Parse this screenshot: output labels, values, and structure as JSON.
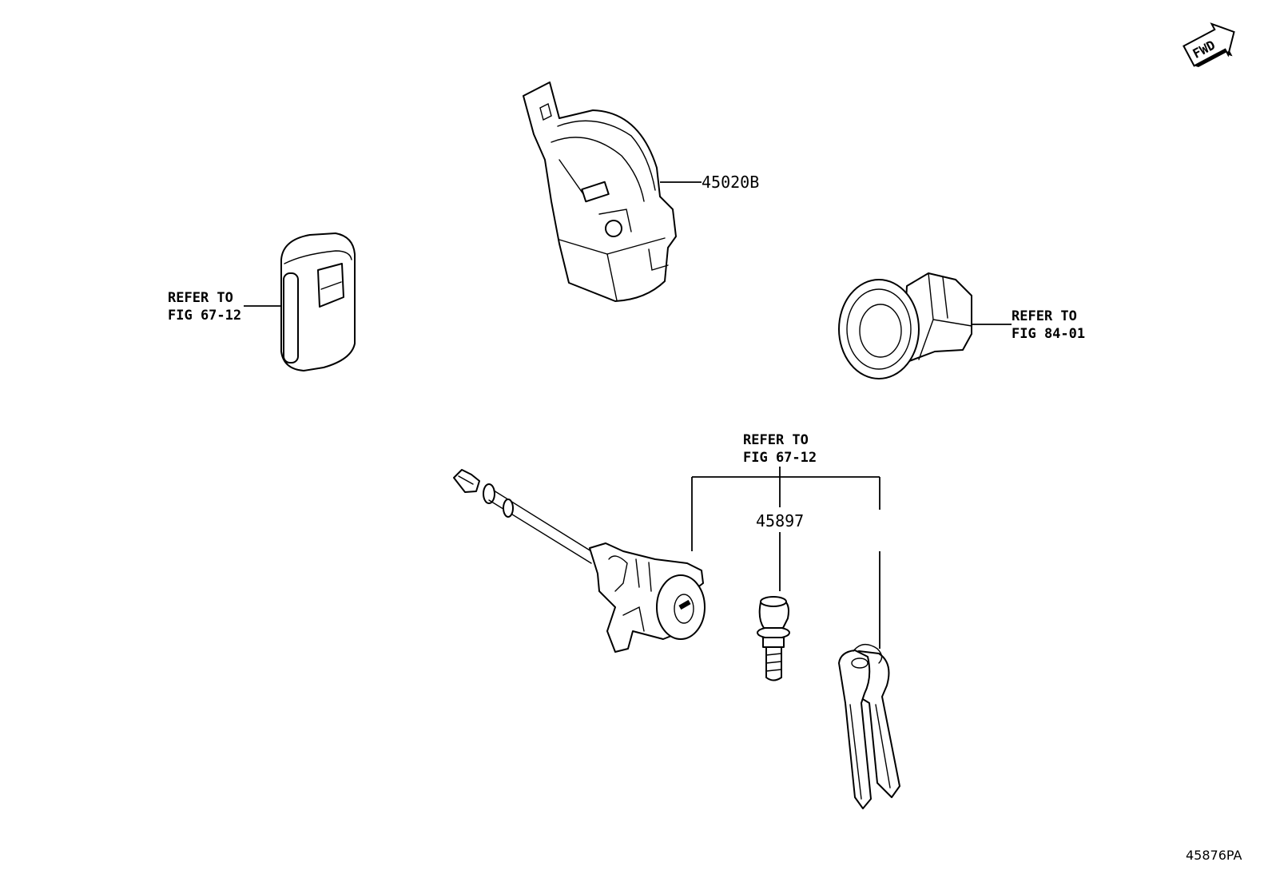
{
  "labels": {
    "remote_ref_line1": "REFER TO",
    "remote_ref_line2": "FIG 67-12",
    "switch_part_number": "45020B",
    "cylinder_ref_line1": "REFER TO",
    "cylinder_ref_line2": "FIG 84-01",
    "key_ref_line1": "REFER TO",
    "key_ref_line2": "FIG 67-12",
    "screw_part_number": "45897",
    "diagram_code": "45876PA",
    "fwd_arrow": "FWD"
  }
}
